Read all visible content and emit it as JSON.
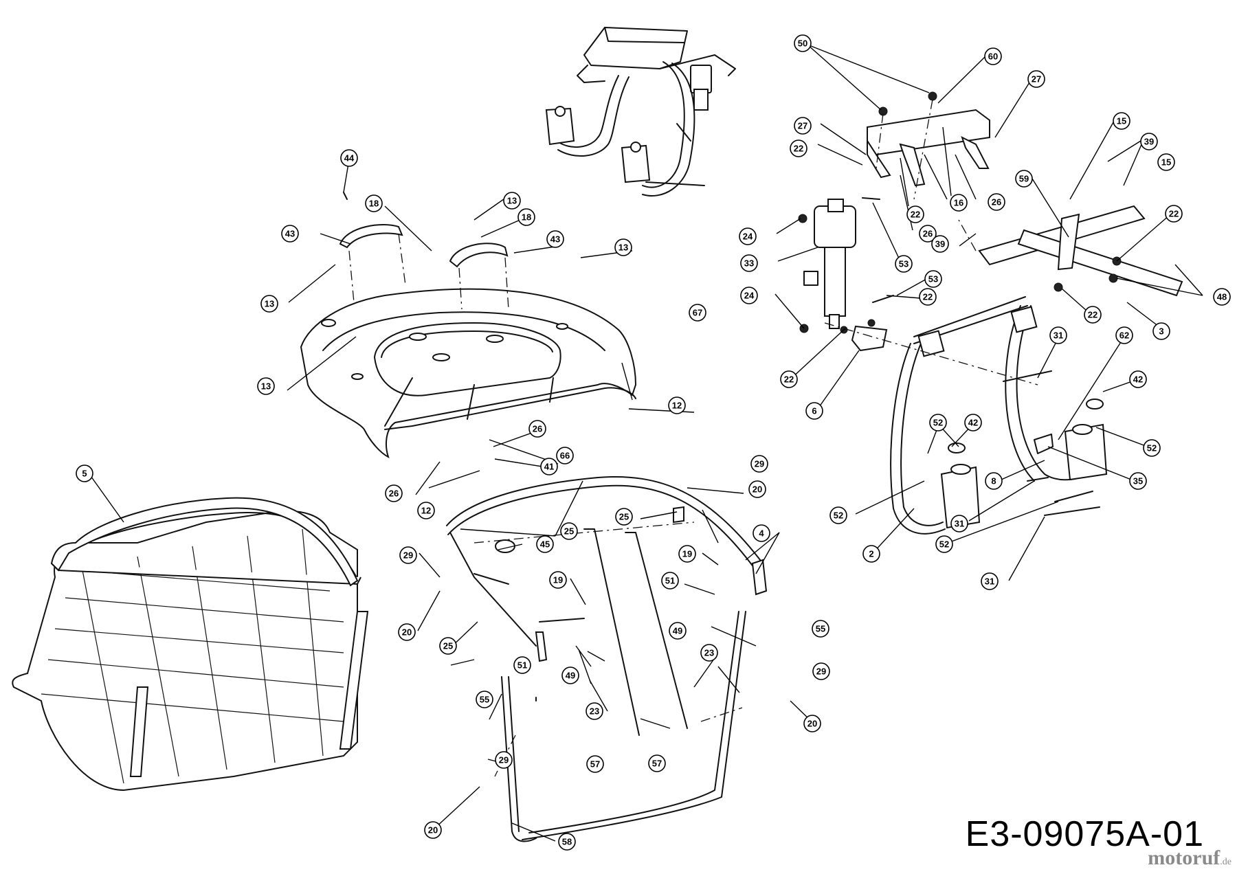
{
  "drawing_code": "E3-09075A-01",
  "watermark": {
    "name": "motoruf",
    "ext": ".de"
  },
  "callouts": [
    {
      "id": "c50",
      "label": "50"
    },
    {
      "id": "c60",
      "label": "60"
    },
    {
      "id": "c27a",
      "label": "27"
    },
    {
      "id": "c27b",
      "label": "27"
    },
    {
      "id": "c22a",
      "label": "22"
    },
    {
      "id": "c16",
      "label": "16"
    },
    {
      "id": "c26a",
      "label": "26"
    },
    {
      "id": "c22b",
      "label": "22"
    },
    {
      "id": "c26b",
      "label": "26"
    },
    {
      "id": "c24a",
      "label": "24"
    },
    {
      "id": "c33",
      "label": "33"
    },
    {
      "id": "c53a",
      "label": "53"
    },
    {
      "id": "c39a",
      "label": "39"
    },
    {
      "id": "c15a",
      "label": "15"
    },
    {
      "id": "c39b",
      "label": "39"
    },
    {
      "id": "c15b",
      "label": "15"
    },
    {
      "id": "c59",
      "label": "59"
    },
    {
      "id": "c22c",
      "label": "22"
    },
    {
      "id": "c48",
      "label": "48"
    },
    {
      "id": "c22d",
      "label": "22"
    },
    {
      "id": "c3",
      "label": "3"
    },
    {
      "id": "c53b",
      "label": "53"
    },
    {
      "id": "c24b",
      "label": "24"
    },
    {
      "id": "c22e",
      "label": "22"
    },
    {
      "id": "c22f",
      "label": "22"
    },
    {
      "id": "c6",
      "label": "6"
    },
    {
      "id": "c31a",
      "label": "31"
    },
    {
      "id": "c62",
      "label": "62"
    },
    {
      "id": "c42a",
      "label": "42"
    },
    {
      "id": "c52a",
      "label": "52"
    },
    {
      "id": "c42b",
      "label": "42"
    },
    {
      "id": "c52b",
      "label": "52"
    },
    {
      "id": "c8",
      "label": "8"
    },
    {
      "id": "c35",
      "label": "35"
    },
    {
      "id": "c52c",
      "label": "52"
    },
    {
      "id": "c31b",
      "label": "31"
    },
    {
      "id": "c2",
      "label": "2"
    },
    {
      "id": "c52d",
      "label": "52"
    },
    {
      "id": "c31c",
      "label": "31"
    },
    {
      "id": "c44",
      "label": "44"
    },
    {
      "id": "c18a",
      "label": "18"
    },
    {
      "id": "c13a",
      "label": "13"
    },
    {
      "id": "c18b",
      "label": "18"
    },
    {
      "id": "c43a",
      "label": "43"
    },
    {
      "id": "c43b",
      "label": "43"
    },
    {
      "id": "c13b",
      "label": "13"
    },
    {
      "id": "c13c",
      "label": "13"
    },
    {
      "id": "c67",
      "label": "67"
    },
    {
      "id": "c13d",
      "label": "13"
    },
    {
      "id": "c12a",
      "label": "12"
    },
    {
      "id": "c26c",
      "label": "26"
    },
    {
      "id": "c66",
      "label": "66"
    },
    {
      "id": "c41",
      "label": "41"
    },
    {
      "id": "c26d",
      "label": "26"
    },
    {
      "id": "c12b",
      "label": "12"
    },
    {
      "id": "c5",
      "label": "5"
    },
    {
      "id": "c29a",
      "label": "29"
    },
    {
      "id": "c20a",
      "label": "20"
    },
    {
      "id": "c25a",
      "label": "25"
    },
    {
      "id": "c25b",
      "label": "25"
    },
    {
      "id": "c4",
      "label": "4"
    },
    {
      "id": "c45",
      "label": "45"
    },
    {
      "id": "c29b",
      "label": "29"
    },
    {
      "id": "c19a",
      "label": "19"
    },
    {
      "id": "c19b",
      "label": "19"
    },
    {
      "id": "c51a",
      "label": "51"
    },
    {
      "id": "c20b",
      "label": "20"
    },
    {
      "id": "c25c",
      "label": "25"
    },
    {
      "id": "c49a",
      "label": "49"
    },
    {
      "id": "c55a",
      "label": "55"
    },
    {
      "id": "c23a",
      "label": "23"
    },
    {
      "id": "c51b",
      "label": "51"
    },
    {
      "id": "c49b",
      "label": "49"
    },
    {
      "id": "c55b",
      "label": "55"
    },
    {
      "id": "c23b",
      "label": "23"
    },
    {
      "id": "c29c",
      "label": "29"
    },
    {
      "id": "c20c",
      "label": "20"
    },
    {
      "id": "c57a",
      "label": "57"
    },
    {
      "id": "c57b",
      "label": "57"
    },
    {
      "id": "c29d",
      "label": "29"
    },
    {
      "id": "c20d",
      "label": "20"
    },
    {
      "id": "c58",
      "label": "58"
    }
  ]
}
